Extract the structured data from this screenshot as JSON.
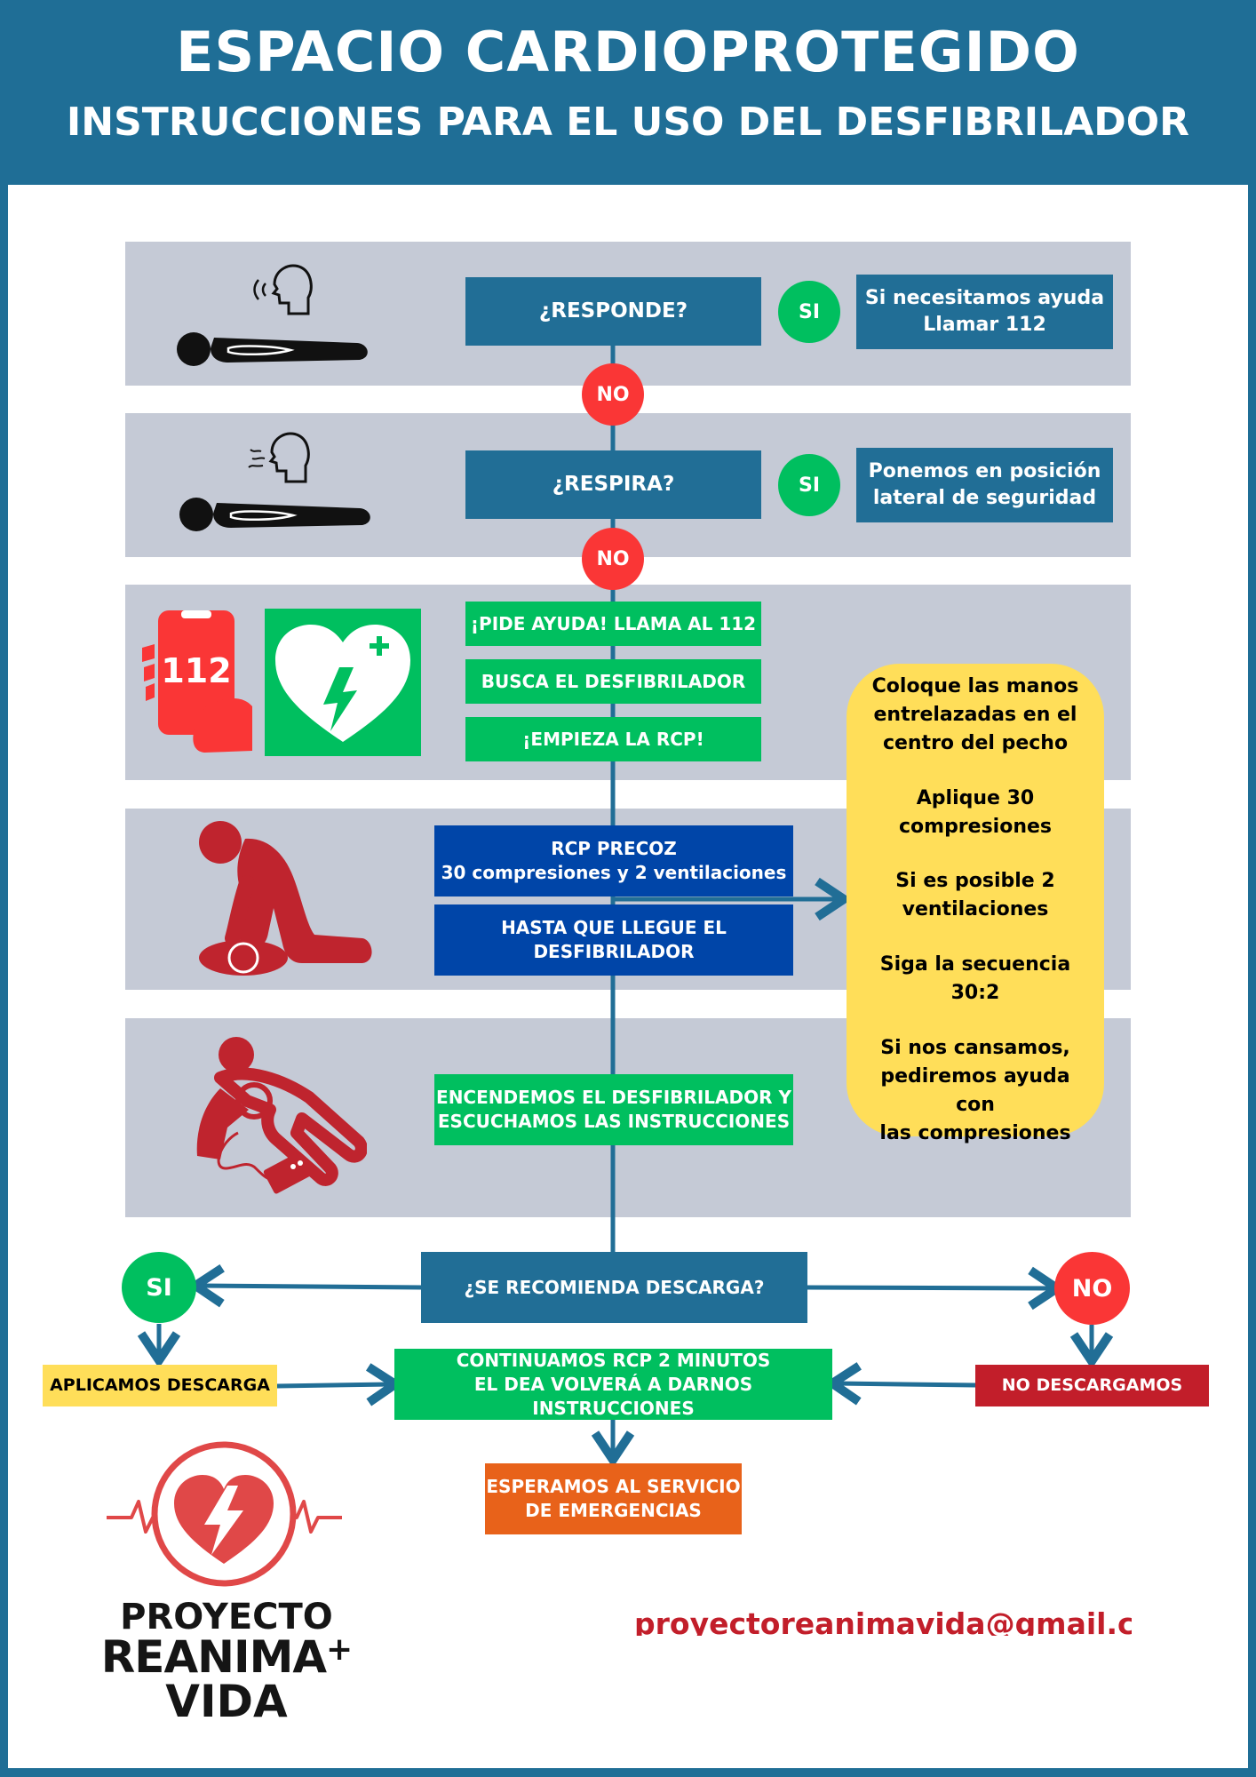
{
  "header": {
    "title": "ESPACIO CARDIOPROTEGIDO",
    "subtitle": "INSTRUCCIONES PARA EL USO DEL DESFIBRILADOR"
  },
  "steps": {
    "responde": "¿RESPONDE?",
    "respira": "¿RESPIRA?",
    "si": "SI",
    "no": "NO",
    "responde_si_line1": "Si necesitamos ayuda",
    "responde_si_line2": "Llamar 112",
    "respira_si_line1": "Ponemos en posición",
    "respira_si_line2": "lateral de seguridad",
    "pide_ayuda": "¡PIDE AYUDA! LLAMA AL 112",
    "busca": "BUSCA EL DESFIBRILADOR",
    "empieza": "¡EMPIEZA LA RCP!",
    "rcp_line1": "RCP PRECOZ",
    "rcp_line2": "30 compresiones y 2 ventilaciones",
    "hasta_line1": "HASTA QUE LLEGUE EL",
    "hasta_line2": "DESFIBRILADOR",
    "enciende_line1": "ENCENDEMOS EL DESFIBRILADOR Y",
    "enciende_line2": "ESCUCHAMOS LAS INSTRUCCIONES",
    "descarga_q": "¿SE RECOMIENDA DESCARGA?",
    "aplicamos": "APLICAMOS DESCARGA",
    "no_descargamos": "NO DESCARGAMOS",
    "continuamos_line1": "CONTINUAMOS RCP 2 MINUTOS",
    "continuamos_line2": "EL DEA VOLVERÁ A DARNOS INSTRUCCIONES",
    "esperamos_line1": "ESPERAMOS AL SERVICIO",
    "esperamos_line2": "DE EMERGENCIAS"
  },
  "tips": {
    "t1_line1": "Coloque las manos",
    "t1_line2": "entrelazadas en el",
    "t1_line3": "centro del pecho",
    "t2_line1": "Aplique 30",
    "t2_line2": "compresiones",
    "t3_line1": "Si es posible 2",
    "t3_line2": "ventilaciones",
    "t4": "Siga la secuencia 30:2",
    "t5_line1": "Si nos cansamos,",
    "t5_line2": "pediremos ayuda con",
    "t5_line3": "las compresiones"
  },
  "icons": {
    "phone_number": "112",
    "phone": "phone-112-icon",
    "aed": "aed-heart-icon",
    "speaking": "speaking-head-icon",
    "breathing": "breathing-head-icon",
    "lying": "lying-person-icon",
    "cpr": "cpr-person-icon",
    "defib": "defibrillator-use-icon",
    "logo": "heart-bolt-logo-icon"
  },
  "footer": {
    "logo_line1": "PROYECTO",
    "logo_line2": "REANIMA",
    "logo_plus": "+",
    "logo_line3": "VIDA",
    "email": "proyectoreanimavida@gmail.com"
  },
  "colors": {
    "header_blue": "#1f6e96",
    "band_grey": "#c5cad6",
    "green": "#00bf5f",
    "red": "#fa3636",
    "navy": "#0045a8",
    "yellow": "#ffde59",
    "orange": "#e8621a",
    "dark_red": "#c21e2a",
    "cpr_red": "#bf242e"
  }
}
